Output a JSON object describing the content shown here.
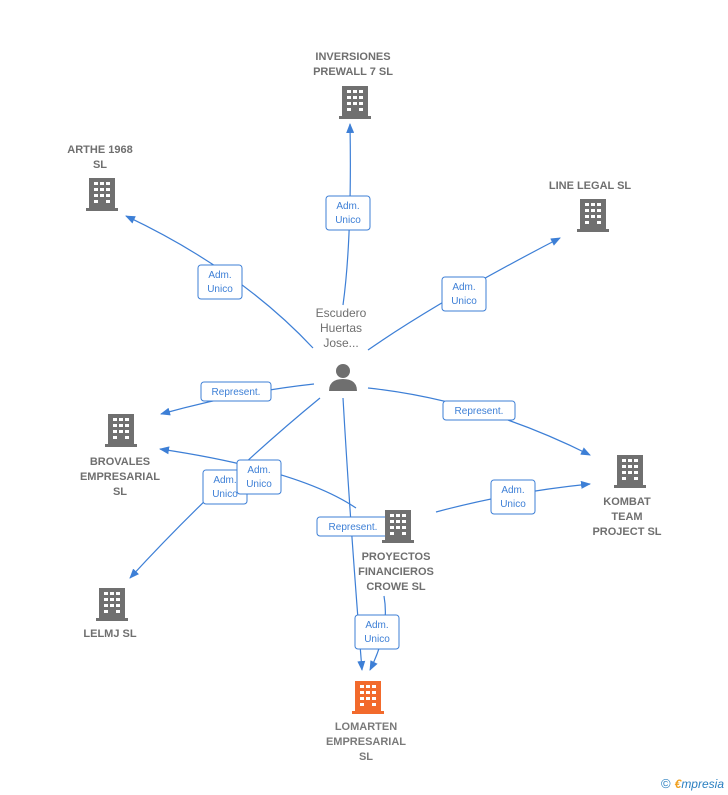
{
  "colors": {
    "edge": "#3d7fd6",
    "company": "#707070",
    "target": "#f26a2c",
    "person": "#6f6f6f"
  },
  "person": {
    "lines": [
      "Escudero",
      "Huertas",
      "Jose..."
    ],
    "icon": "person-icon"
  },
  "companies": [
    {
      "id": "inversiones",
      "lines": [
        "INVERSIONES",
        "PREWALL 7 SL"
      ],
      "icon": "building-icon"
    },
    {
      "id": "arthe",
      "lines": [
        "ARTHE 1968",
        "SL"
      ],
      "icon": "building-icon"
    },
    {
      "id": "linelegal",
      "lines": [
        "LINE LEGAL SL"
      ],
      "icon": "building-icon"
    },
    {
      "id": "brovales",
      "lines": [
        "BROVALES",
        "EMPRESARIAL",
        "SL"
      ],
      "icon": "building-icon"
    },
    {
      "id": "kombat",
      "lines": [
        "KOMBAT",
        "TEAM",
        "PROJECT  SL"
      ],
      "icon": "building-icon"
    },
    {
      "id": "proyectos",
      "lines": [
        "PROYECTOS",
        "FINANCIEROS",
        "CROWE  SL"
      ],
      "icon": "building-icon"
    },
    {
      "id": "lelmj",
      "lines": [
        "LELMJ SL"
      ],
      "icon": "building-icon"
    },
    {
      "id": "lomarten",
      "lines": [
        "LOMARTEN",
        "EMPRESARIAL",
        "SL"
      ],
      "icon": "building-icon",
      "highlight": true
    }
  ],
  "edges": [
    {
      "id": "e-inversiones",
      "lines": [
        "Adm.",
        "Unico"
      ]
    },
    {
      "id": "e-arthe",
      "lines": [
        "Adm.",
        "Unico"
      ]
    },
    {
      "id": "e-linelegal",
      "lines": [
        "Adm.",
        "Unico"
      ]
    },
    {
      "id": "e-brovales",
      "lines": [
        "Represent."
      ]
    },
    {
      "id": "e-kombat",
      "lines": [
        "Represent."
      ]
    },
    {
      "id": "e-lelmj",
      "lines": [
        "Adm.",
        "Unico"
      ]
    },
    {
      "id": "e-proyectos",
      "lines": [
        "Adm.",
        "Unico"
      ]
    },
    {
      "id": "e-lomarten",
      "lines": [
        "Represent."
      ]
    },
    {
      "id": "e-proyectos-kombat",
      "lines": [
        "Adm.",
        "Unico"
      ]
    },
    {
      "id": "e-proyectos-lomarten",
      "lines": [
        "Adm.",
        "Unico"
      ]
    }
  ],
  "footer": {
    "copyright": "©",
    "brand_initial": "€",
    "brand_rest": "mpresia"
  }
}
